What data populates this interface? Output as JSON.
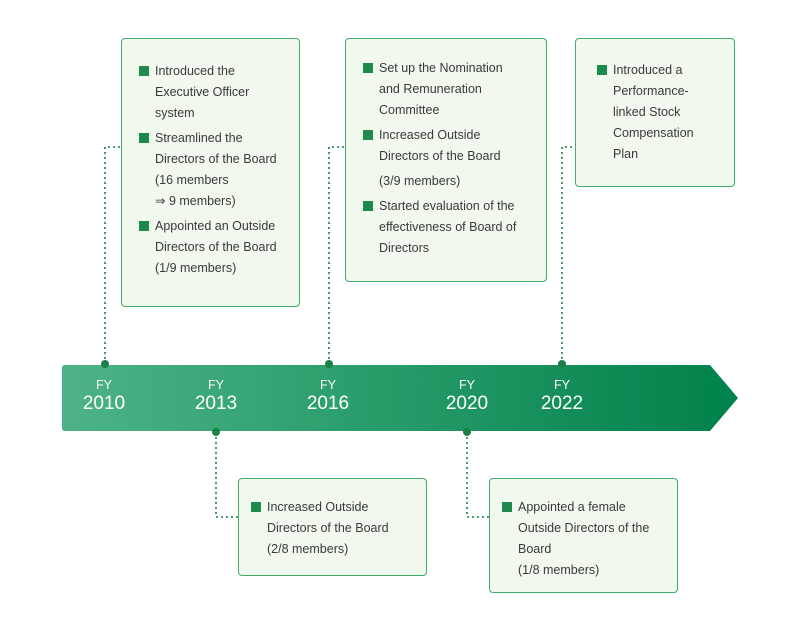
{
  "timeline": {
    "years": [
      {
        "fy": "FY",
        "year": "2010"
      },
      {
        "fy": "FY",
        "year": "2013"
      },
      {
        "fy": "FY",
        "year": "2016"
      },
      {
        "fy": "FY",
        "year": "2020"
      },
      {
        "fy": "FY",
        "year": "2022"
      }
    ]
  },
  "events": {
    "fy2010": [
      {
        "lines": [
          "Introduced the",
          "Executive Officer",
          "system"
        ]
      },
      {
        "lines": [
          "Streamlined the",
          "Directors of the Board",
          "(16 members",
          "⇒ 9 members)"
        ]
      },
      {
        "lines": [
          "Appointed an Outside",
          "Directors of the Board",
          "(1/9 members)"
        ]
      }
    ],
    "fy2013": [
      {
        "lines": [
          "Increased Outside",
          "Directors of the Board",
          "(2/8 members)"
        ]
      }
    ],
    "fy2016": [
      {
        "lines": [
          "Set up the Nomination",
          "and Remuneration",
          "Committee"
        ]
      },
      {
        "lines": [
          "Increased Outside",
          "Directors of the Board"
        ],
        "sub": "(3/9 members)"
      },
      {
        "lines": [
          "Started evaluation of the",
          "effectiveness of Board of",
          "Directors"
        ]
      }
    ],
    "fy2020": [
      {
        "lines": [
          "Appointed a female",
          "Outside Directors of the",
          "Board",
          "(1/8 members)"
        ]
      }
    ],
    "fy2022": [
      {
        "lines": [
          "Introduced a",
          "Performance-",
          "linked Stock",
          "Compensation",
          "Plan"
        ]
      }
    ]
  },
  "colors": {
    "arrow_start": "#4db386",
    "arrow_end": "#00814a",
    "box_fill": "#f1f8ee",
    "box_border": "#3fae6a",
    "bullet": "#1e8a4c",
    "connector": "#1a8047"
  }
}
